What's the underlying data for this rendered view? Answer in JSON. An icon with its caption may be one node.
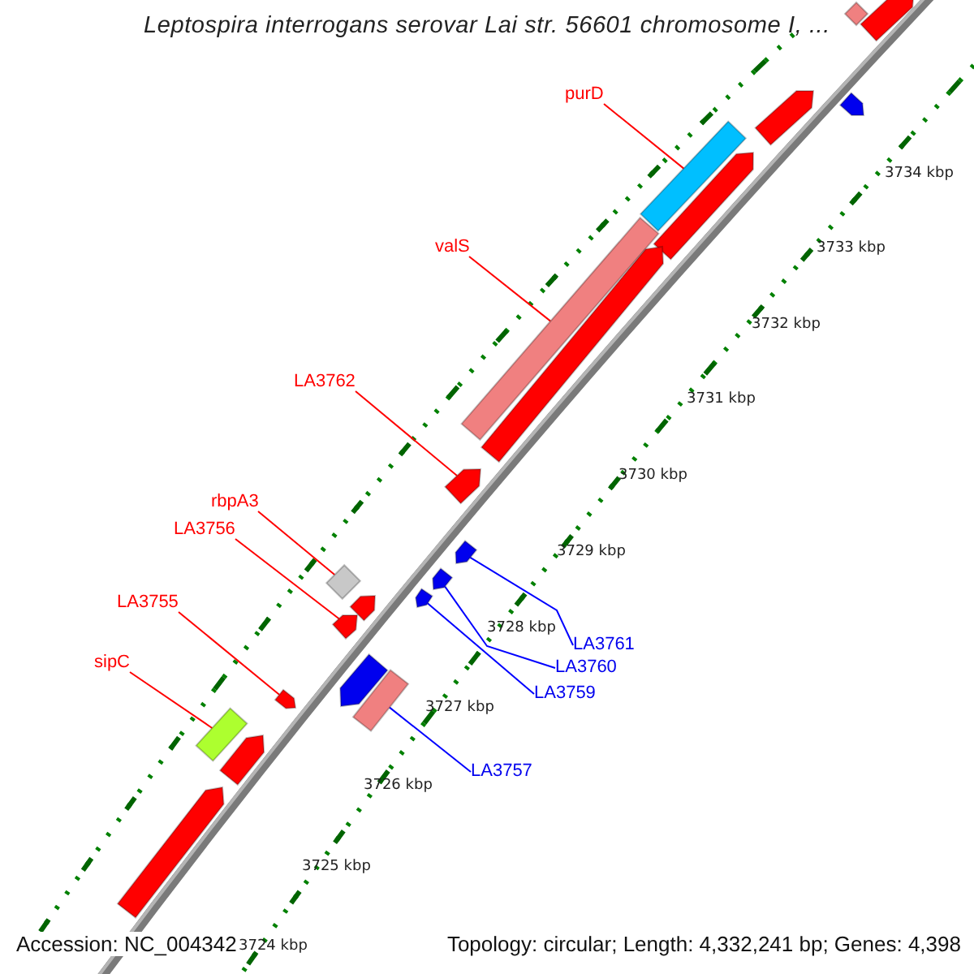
{
  "diagram": {
    "title": "Leptospira interrogans serovar Lai str. 56601 chromosome I, ...",
    "nodes": [
      {
        "text": [
          "purD"
        ]
      },
      {
        "text": [],
        "shape": "bar"
      },
      {
        "text": [
          "valS"
        ]
      },
      {
        "text": [],
        "shape": "bar"
      },
      {
        "text": [
          "LA3762"
        ]
      },
      {
        "text": [],
        "shape": "pentagon"
      },
      {
        "text": [
          "rbpA3"
        ]
      },
      {
        "text": [],
        "shape": "bar"
      },
      {
        "text": [
          "LA3756"
        ]
      },
      {
        "text": [],
        "shape": "pentagon"
      },
      {
        "text": [
          "LA3761"
        ]
      },
      {
        "text": [],
        "shape": "pentagon"
      },
      {
        "text": [
          "LA3760"
        ]
      },
      {
        "text": [],
        "shape": "pentagon"
      },
      {
        "text": [
          "LA3755"
        ]
      },
      {
        "text": [],
        "shape": "pentagon"
      },
      {
        "text": [
          "LA3759"
        ]
      },
      {
        "text": [],
        "shape": "pentagon"
      },
      {
        "text": [
          "sipC"
        ]
      },
      {
        "text": [],
        "shape": "bar"
      },
      {
        "text": [
          "LA3757"
        ]
      },
      {
        "text": [],
        "shape": "bar"
      },
      {
        "text": [],
        "shape": "bar"
      },
      {
        "text": [],
        "shape": "pentagon"
      },
      {
        "text": [],
        "shape": "pentagon"
      },
      {
        "text": [],
        "shape": "pentagon"
      },
      {
        "text": [],
        "shape": "pentagon"
      },
      {
        "text": [],
        "shape": "pentagon"
      },
      {
        "text": [],
        "shape": "pentagon"
      },
      {
        "text": [],
        "shape": "pentagon"
      },
      {
        "text": [],
        "shape": "pentagon"
      },
      {
        "text": [],
        "shape": "pentagon"
      }
    ],
    "edges": [
      {
        "from": 0,
        "to": 1,
        "arrow": "none"
      },
      {
        "from": 2,
        "to": 3,
        "arrow": "none"
      },
      {
        "from": 4,
        "to": 5,
        "arrow": "none"
      },
      {
        "from": 6,
        "to": 7,
        "arrow": "none"
      },
      {
        "from": 8,
        "to": 9,
        "arrow": "none"
      },
      {
        "from": 10,
        "to": 11,
        "arrow": "none",
        "color": "#0000ff"
      },
      {
        "from": 12,
        "to": 13,
        "arrow": "none",
        "color": "#0000ff"
      },
      {
        "from": 14,
        "to": 15,
        "arrow": "none"
      },
      {
        "from": 16,
        "to": 17,
        "arrow": "none",
        "color": "#0000ff"
      },
      {
        "from": 18,
        "to": 19,
        "arrow": "none"
      },
      {
        "from": 20,
        "to": 21,
        "arrow": "none",
        "color": "#0000ff"
      }
    ],
    "labels": [
      "3734 kbp",
      "3733 kbp",
      "3732 kbp",
      "3731 kbp",
      "3730 kbp",
      "3729 kbp",
      "3728 kbp",
      "3727 kbp",
      "3726 kbp",
      "3725 kbp",
      "3724 kbp",
      "Accession: NC_004342",
      "Topology: circular; Length: 4,332,241 bp; Genes: 4,398"
    ]
  }
}
